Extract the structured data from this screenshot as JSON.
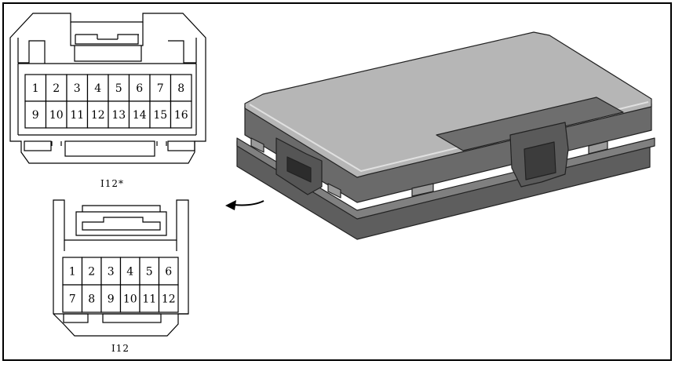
{
  "connectors": [
    {
      "label": "I12*",
      "pins": [
        "1",
        "2",
        "3",
        "4",
        "5",
        "6",
        "7",
        "8",
        "9",
        "10",
        "11",
        "12",
        "13",
        "14",
        "15",
        "16"
      ],
      "columns": 8
    },
    {
      "label": "I12",
      "pins": [
        "1",
        "2",
        "3",
        "4",
        "5",
        "6",
        "7",
        "8",
        "9",
        "10",
        "11",
        "12"
      ],
      "columns": 6
    }
  ],
  "colors": {
    "line": "#000000",
    "box_top": "#b4b4b4",
    "box_side": "#6e6e6e",
    "box_dark": "#4a4a4a",
    "box_edge": "#dcdcdc"
  }
}
